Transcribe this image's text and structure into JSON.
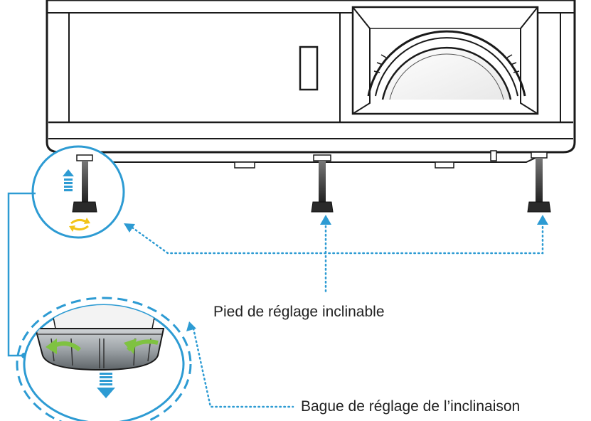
{
  "labels": {
    "tilt_foot": "Pied de réglage inclinable",
    "tilt_ring": "Bague de réglage de l’inclinaison"
  },
  "colors": {
    "outline": "#1a1a1a",
    "callout": "#2d9bd3",
    "arrow_up_down": "#2d9bd3",
    "rotation_arrow": "#f2c418",
    "ring_arrow": "#7fc241"
  },
  "icons": [
    "projector-body",
    "lens",
    "tilt-foot",
    "rotate-arrow",
    "up-arrow",
    "down-arrow"
  ]
}
